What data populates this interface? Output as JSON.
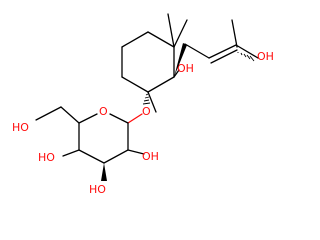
{
  "molecule": {
    "atom_labels": {
      "o_ring": "O",
      "o_glycosidic": "O",
      "oh_quaternary": "OH",
      "oh_side_chain": "OH",
      "oh_primary": "HO",
      "oh_c4": "HO",
      "oh_c3": "HO",
      "oh_c2": "OH"
    },
    "colors": {
      "bond": "#000000",
      "heteroatom": "#ff0d0d",
      "background": "#ffffff"
    }
  }
}
